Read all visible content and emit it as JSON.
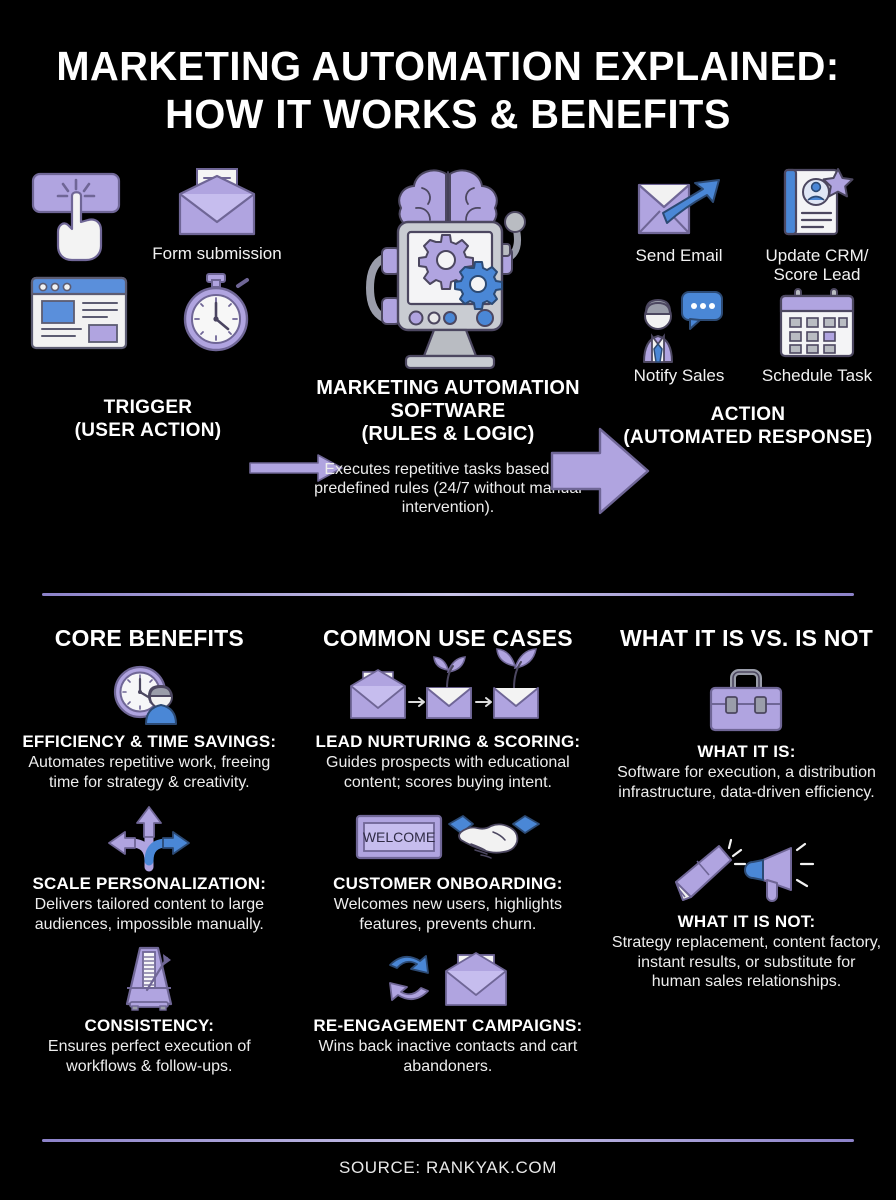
{
  "title": {
    "line1": "MARKETING AUTOMATION EXPLAINED:",
    "line2": "HOW IT WORKS & BENEFITS"
  },
  "colors": {
    "background": "#000000",
    "purple": "#b0a4e0",
    "purple_light": "#c6bdee",
    "purple_dark": "#8c82c9",
    "blue": "#5a8fdb",
    "gray": "#b9bcc2",
    "white": "#ffffff",
    "divider": "#a9a2d6"
  },
  "flow": {
    "trigger": {
      "icons": [
        {
          "name": "click-button-icon",
          "caption": ""
        },
        {
          "name": "open-envelope-icon",
          "caption": "Form submission"
        },
        {
          "name": "browser-window-icon",
          "caption": ""
        },
        {
          "name": "stopwatch-icon",
          "caption": ""
        }
      ],
      "label_line1": "TRIGGER",
      "label_line2": "(USER ACTION)"
    },
    "arrow_small": {
      "name": "arrow-right-thin-icon"
    },
    "arrow_big": {
      "name": "arrow-right-block-icon"
    },
    "engine": {
      "icon": "robot-brain-gears-icon",
      "title_line1": "MARKETING AUTOMATION",
      "title_line2": "SOFTWARE",
      "title_line3": "(RULES & LOGIC)",
      "description": "Executes repetitive tasks based on predefined rules (24/7 without manual intervention)."
    },
    "action": {
      "icons": [
        {
          "name": "send-email-icon",
          "caption": "Send Email"
        },
        {
          "name": "crm-record-star-icon",
          "caption": "Update CRM/ Score Lead"
        },
        {
          "name": "notify-sales-person-icon",
          "caption": "Notify Sales"
        },
        {
          "name": "calendar-icon",
          "caption": "Schedule Task"
        }
      ],
      "label_line1": "ACTION",
      "label_line2": "(AUTOMATED RESPONSE)"
    }
  },
  "columns": [
    {
      "heading": "CORE BENEFITS",
      "items": [
        {
          "icon": "clock-person-icon",
          "title": "EFFICIENCY & TIME SAVINGS:",
          "body": "Automates repetitive work, freeing time for strategy & creativity."
        },
        {
          "icon": "three-way-arrow-icon",
          "title": "SCALE PERSONALIZATION:",
          "body": "Delivers tailored content to large audiences, impossible manually."
        },
        {
          "icon": "metronome-icon",
          "title": "CONSISTENCY:",
          "body": "Ensures perfect execution of workflows & follow-ups."
        }
      ]
    },
    {
      "heading": "COMMON USE CASES",
      "items": [
        {
          "icon": "email-nurture-sequence-icon",
          "title": "LEAD NURTURING & SCORING:",
          "body": "Guides prospects with educational content; scores buying intent."
        },
        {
          "icon": "welcome-handshake-icon",
          "title": "CUSTOMER ONBOARDING:",
          "body": "Welcomes new users, highlights features, prevents churn."
        },
        {
          "icon": "refresh-email-icon",
          "title": "RE-ENGAGEMENT CAMPAIGNS:",
          "body": "Wins back inactive contacts and cart abandoners."
        }
      ]
    },
    {
      "heading": "WHAT IT IS VS. IS NOT",
      "items": [
        {
          "icon": "toolbox-icon",
          "title": "WHAT IT IS:",
          "body": "Software for execution, a distribution infrastructure, data-driven efficiency."
        },
        {
          "icon": "pencil-megaphone-icon",
          "title": "WHAT IT IS NOT:",
          "body": "Strategy replacement, content factory, instant results, or substitute for human sales relationships."
        }
      ]
    }
  ],
  "welcome_sign_text": "WELCOME",
  "footer": {
    "source": "SOURCE: RANKYAK.COM"
  }
}
